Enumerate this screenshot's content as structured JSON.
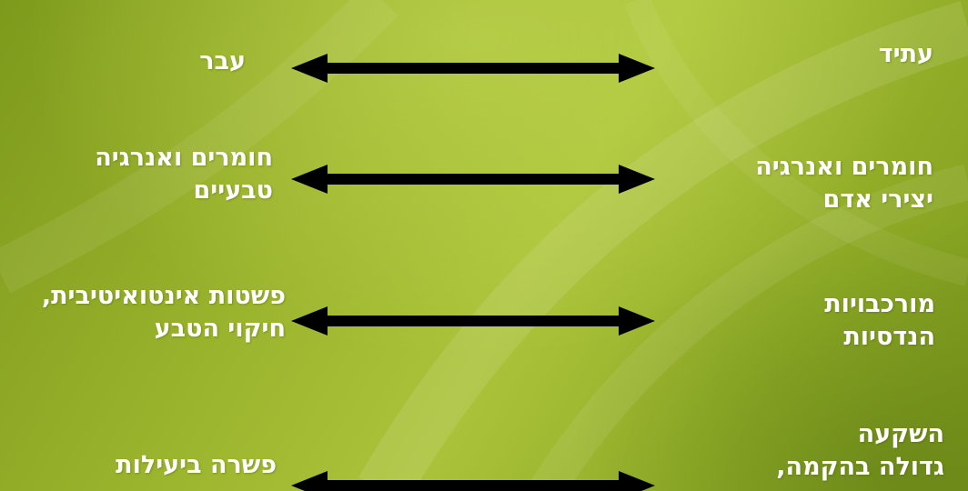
{
  "rows": [
    {
      "right_label": "עתיד",
      "left_label": "עבר"
    },
    {
      "right_label": "חומרים ואנרגיה\nיצירי אדם",
      "left_label": "חומרים ואנרגיה\nטבעיים"
    },
    {
      "right_label": "מורכבויות\nהנדסיות",
      "left_label": "פשטות אינטואיטיבית,\nחיקוי הטבע"
    },
    {
      "right_label": "השקעה\nגדולה בהקמה,",
      "left_label": "פשרה ביעילות"
    }
  ],
  "colors": {
    "text": "#ffffff",
    "arrow": "#000000",
    "background": "#9cb52e"
  }
}
